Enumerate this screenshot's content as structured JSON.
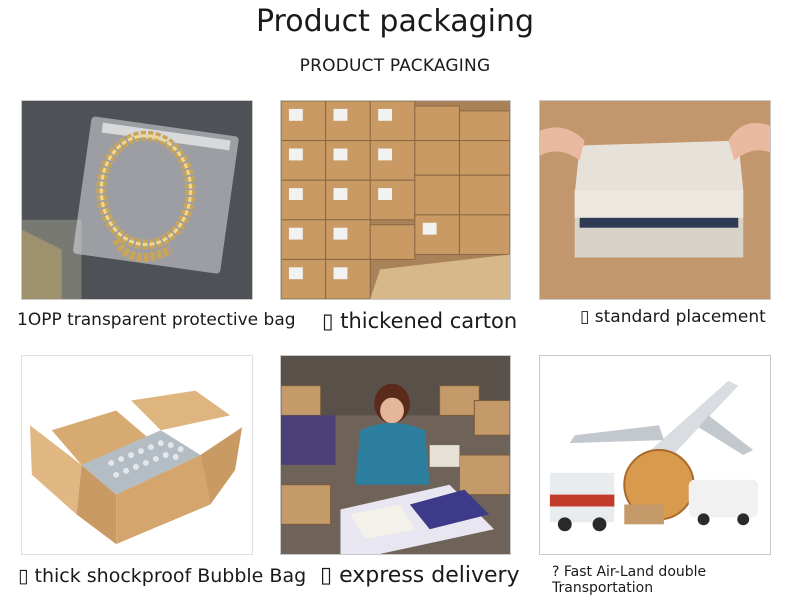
{
  "header": {
    "title": "Product packaging",
    "subtitle": "PRODUCT PACKAGING"
  },
  "panels": [
    {
      "caption": "1OPP transparent protective bag",
      "image": "gold-chain-in-clear-bag"
    },
    {
      "caption": "▯ thickened carton",
      "image": "stacked-cartons-warehouse"
    },
    {
      "caption": "▯ standard placement",
      "image": "hands-holding-gift-box"
    },
    {
      "caption": "▯ thick shockproof Bubble Bag",
      "image": "open-box-with-bubble-wrap"
    },
    {
      "caption": "▯ express delivery",
      "image": "worker-sorting-parcels"
    },
    {
      "caption": "? Fast Air-Land double Transportation",
      "image": "plane-globe-truck-van"
    }
  ],
  "colors": {
    "cardboard": "#c89a63",
    "background": "#ffffff",
    "border": "#c9c9c9"
  }
}
